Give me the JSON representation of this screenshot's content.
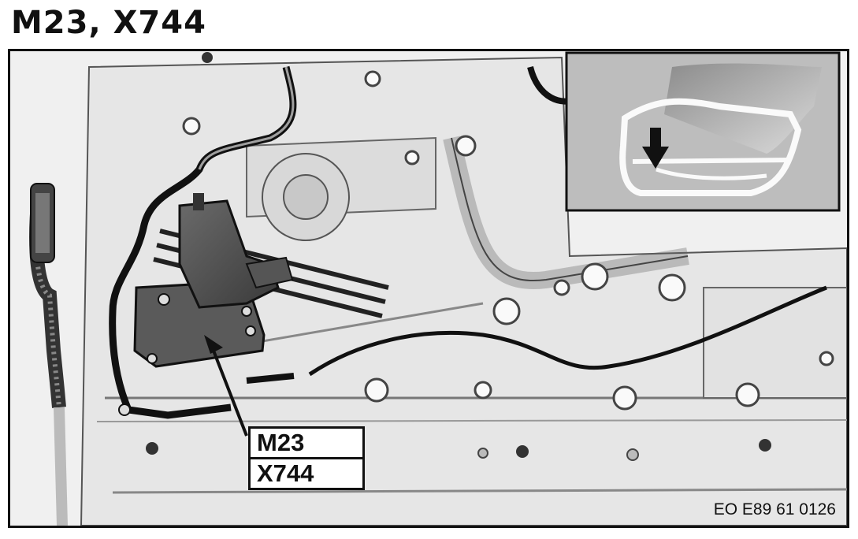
{
  "title": "M23, X744",
  "callouts": {
    "m23": "M23",
    "x744": "X744"
  },
  "image_code": "EO E89 61 0126",
  "inset_icon": "down-arrow-icon"
}
